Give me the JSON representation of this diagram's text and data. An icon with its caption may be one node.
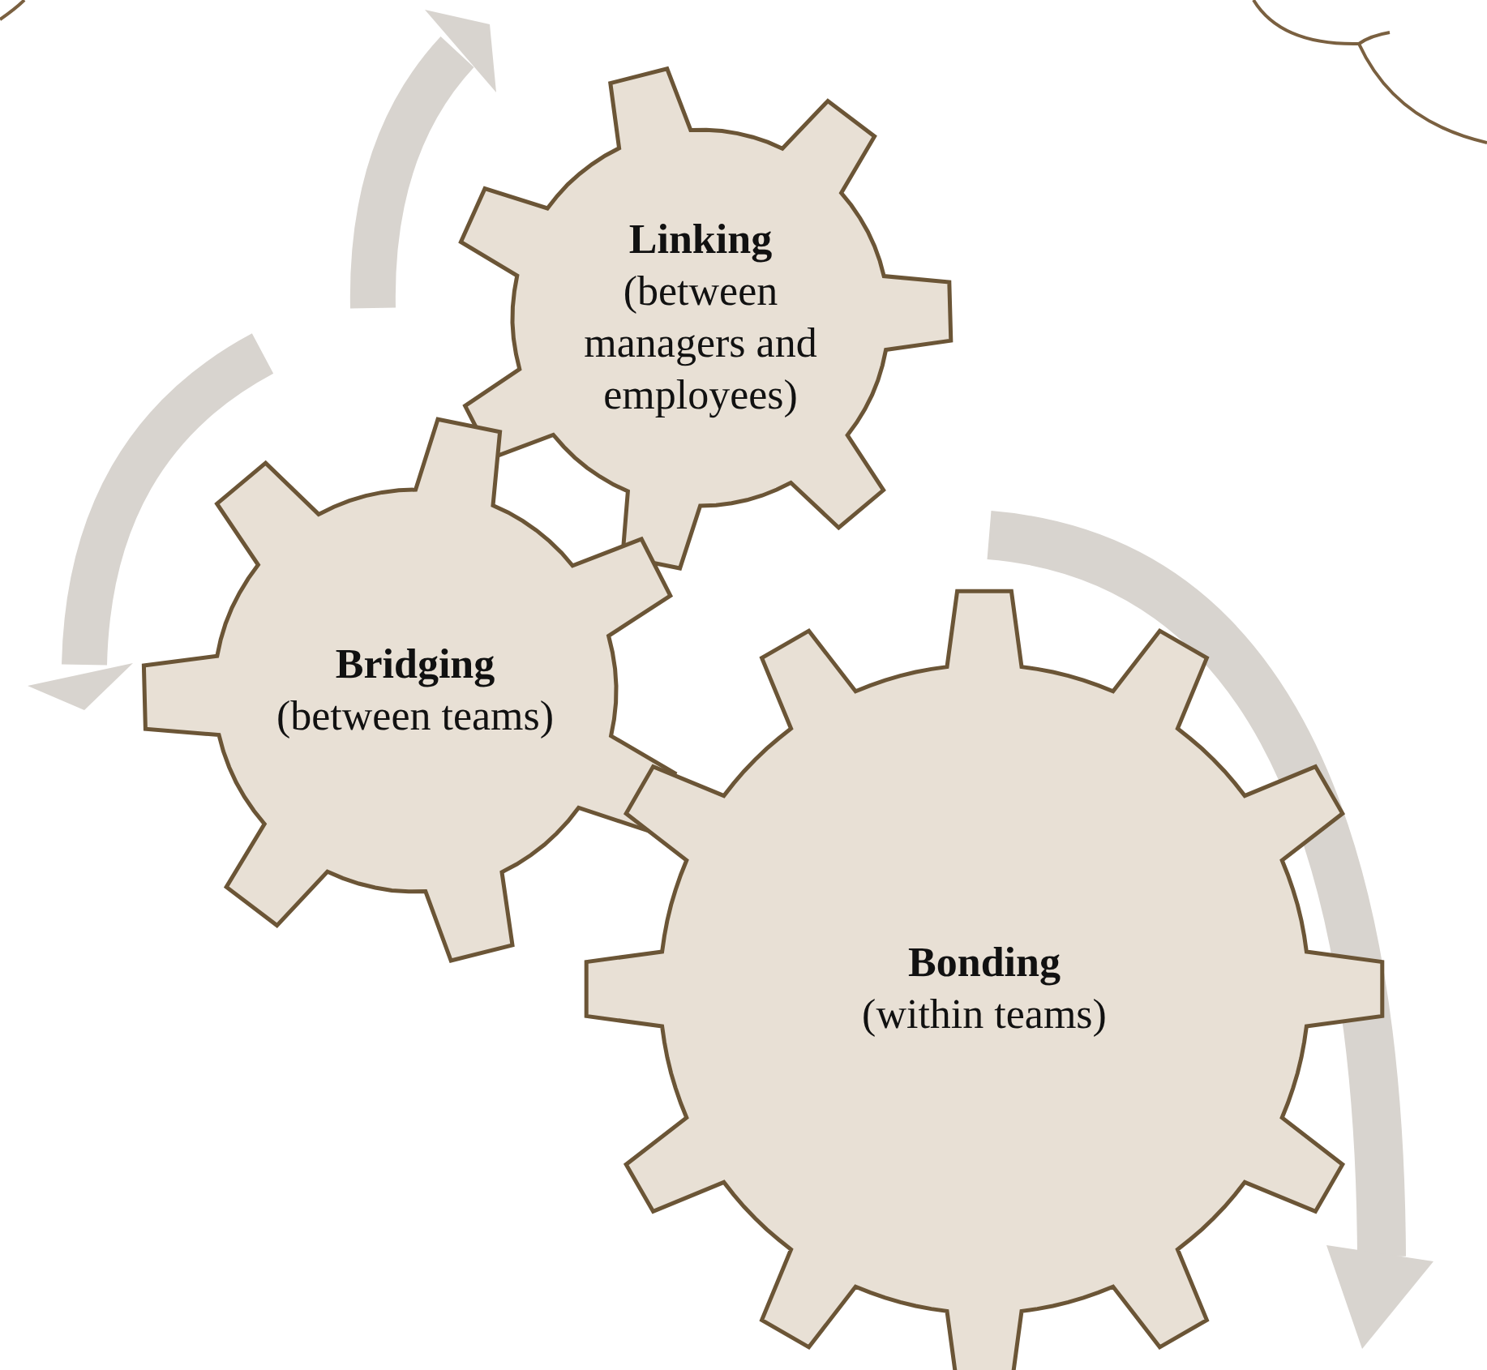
{
  "diagram": {
    "nodes": [
      {
        "text": [
          "Linking",
          "(between managers and employees)"
        ]
      },
      {
        "text": [
          "Bridging",
          "(between teams)"
        ]
      },
      {
        "text": [
          "Bonding",
          "(within teams)"
        ]
      }
    ],
    "edges": []
  }
}
